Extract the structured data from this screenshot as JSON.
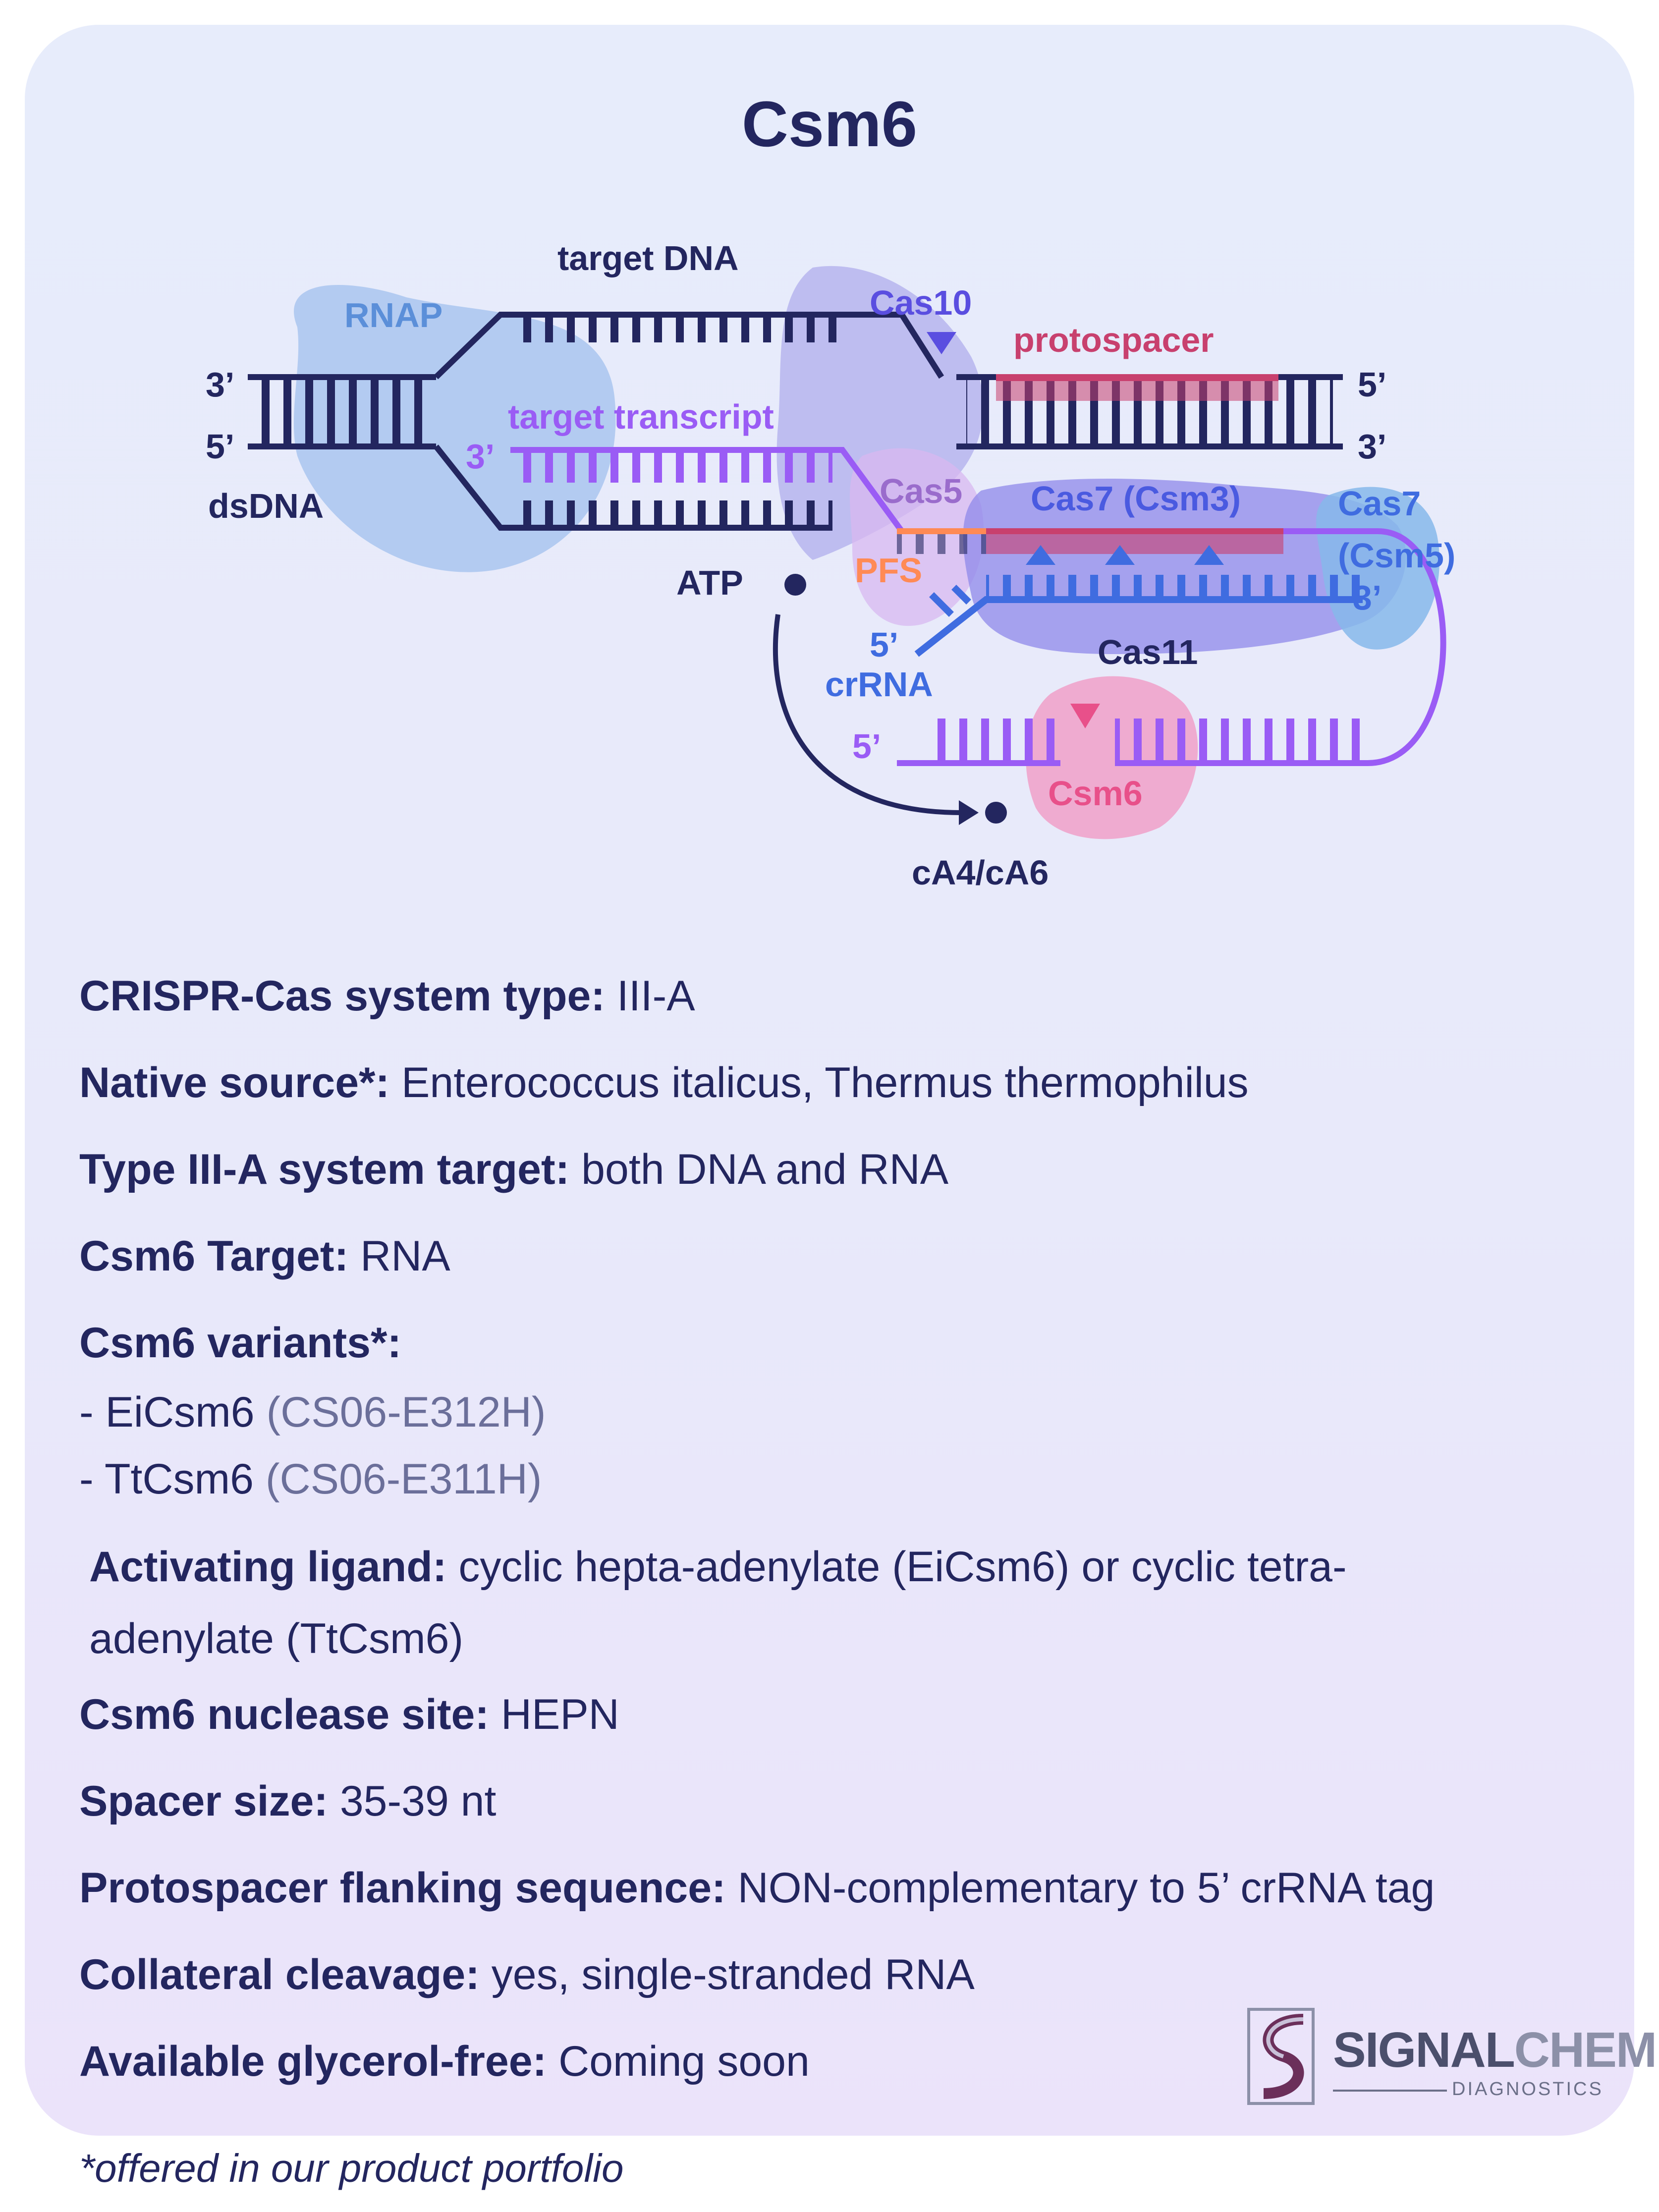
{
  "title": "Csm6",
  "diagram": {
    "rnap": "RNAP",
    "target_dna": "target DNA",
    "cas10": "Cas10",
    "protospacer": "protospacer",
    "left_3": "3’",
    "left_5": "5’",
    "right_5": "5’",
    "right_3": "3’",
    "dsdna": "dsDNA",
    "target_transcript": "target transcript",
    "transcript_3": "3’",
    "cas5": "Cas5",
    "cas7_csm3": "Cas7 (Csm3)",
    "cas7": "Cas7",
    "csm5": "(Csm5)",
    "crrna_3": "3’",
    "atp": "ATP",
    "pfs": "PFS",
    "crrna_5": "5’",
    "crrna": "crRNA",
    "cas11": "Cas11",
    "rna_5": "5’",
    "csm6": "Csm6",
    "product": "cA4/cA6"
  },
  "properties": [
    {
      "label": "CRISPR-Cas system type:",
      "value": " III-A"
    },
    {
      "label": "Native source*:",
      "value": " Enterococcus italicus, Thermus thermophilus"
    },
    {
      "label": "Type III-A system target:",
      "value": " both DNA and RNA"
    },
    {
      "label": "Csm6 Target:",
      "value": " RNA"
    },
    {
      "label": "Csm6 variants*:",
      "value": ""
    }
  ],
  "variants": [
    {
      "name": "-  EiCsm6 ",
      "code": "(CS06-E312H)"
    },
    {
      "name": "-  TtCsm6 ",
      "code": "(CS06-E311H)"
    }
  ],
  "ligand": {
    "label": "Activating ligand:",
    "line1": " cyclic hepta-adenylate (EiCsm6) or cyclic tetra-",
    "line2": "adenylate (TtCsm6)"
  },
  "properties2": [
    {
      "label": "Csm6 nuclease site:",
      "value": " HEPN"
    },
    {
      "label": "Spacer size:",
      "value": " 35-39 nt"
    },
    {
      "label": "Protospacer flanking sequence:",
      "value": " NON-complementary to 5’ crRNA tag"
    },
    {
      "label": "Collateral cleavage:",
      "value": " yes, single-stranded RNA"
    },
    {
      "label": "Available glycerol-free:",
      "value": " Coming soon"
    }
  ],
  "footnote": "*offered in our product portfolio",
  "logo": {
    "word1": "SIGNAL",
    "word2": "CHEM",
    "sub": "DIAGNOSTICS"
  },
  "colors": {
    "navy": "#23265f",
    "rnap": "#5b8fd9",
    "protospacer": "#c8406e",
    "transcript": "#9a5cf5",
    "crrna": "#3f6ce0",
    "pfs": "#ff8a55",
    "csm6": "#e8508a"
  }
}
